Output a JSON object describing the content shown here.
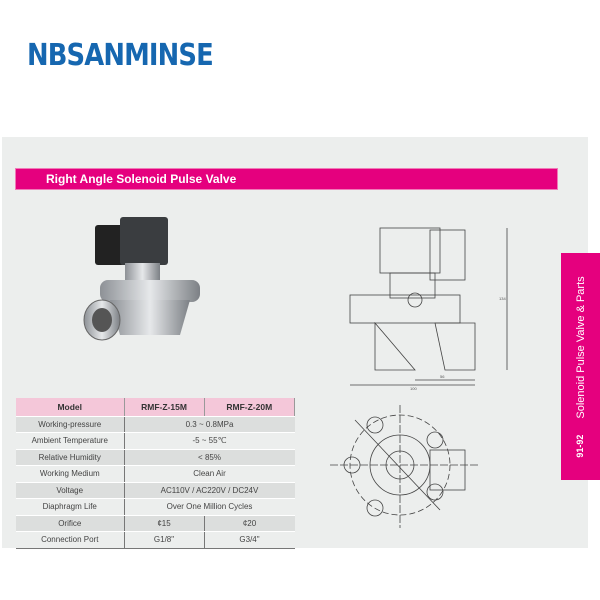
{
  "brand": "NBSANMINSE",
  "title": "Right Angle Solenoid Pulse Valve",
  "side_tab": {
    "pages": "91-92",
    "label": "Solenoid Pulse Valve & Parts"
  },
  "table": {
    "header": [
      "Model",
      "RMF-Z-15M",
      "RMF-Z-20M"
    ],
    "rows": [
      {
        "label": "Working-pressure",
        "value": "0.3 ~ 0.8MPa"
      },
      {
        "label": "Ambient Temperature",
        "value": "-5 ~ 55℃"
      },
      {
        "label": "Relative Humidity",
        "value": "< 85%"
      },
      {
        "label": "Working Medium",
        "value": "Clean Air"
      },
      {
        "label": "Voltage",
        "value": "AC110V / AC220V / DC24V"
      },
      {
        "label": "Diaphragm Life",
        "value": "Over One Million Cycles"
      }
    ],
    "orifice": {
      "label": "Orifice",
      "v1": "¢15",
      "v2": "¢20"
    },
    "port": {
      "label": "Connection Port",
      "v1": "G1/8\"",
      "v2": "G3/4\""
    }
  },
  "dims": {
    "width": "100",
    "offset": "56",
    "height": "134"
  }
}
